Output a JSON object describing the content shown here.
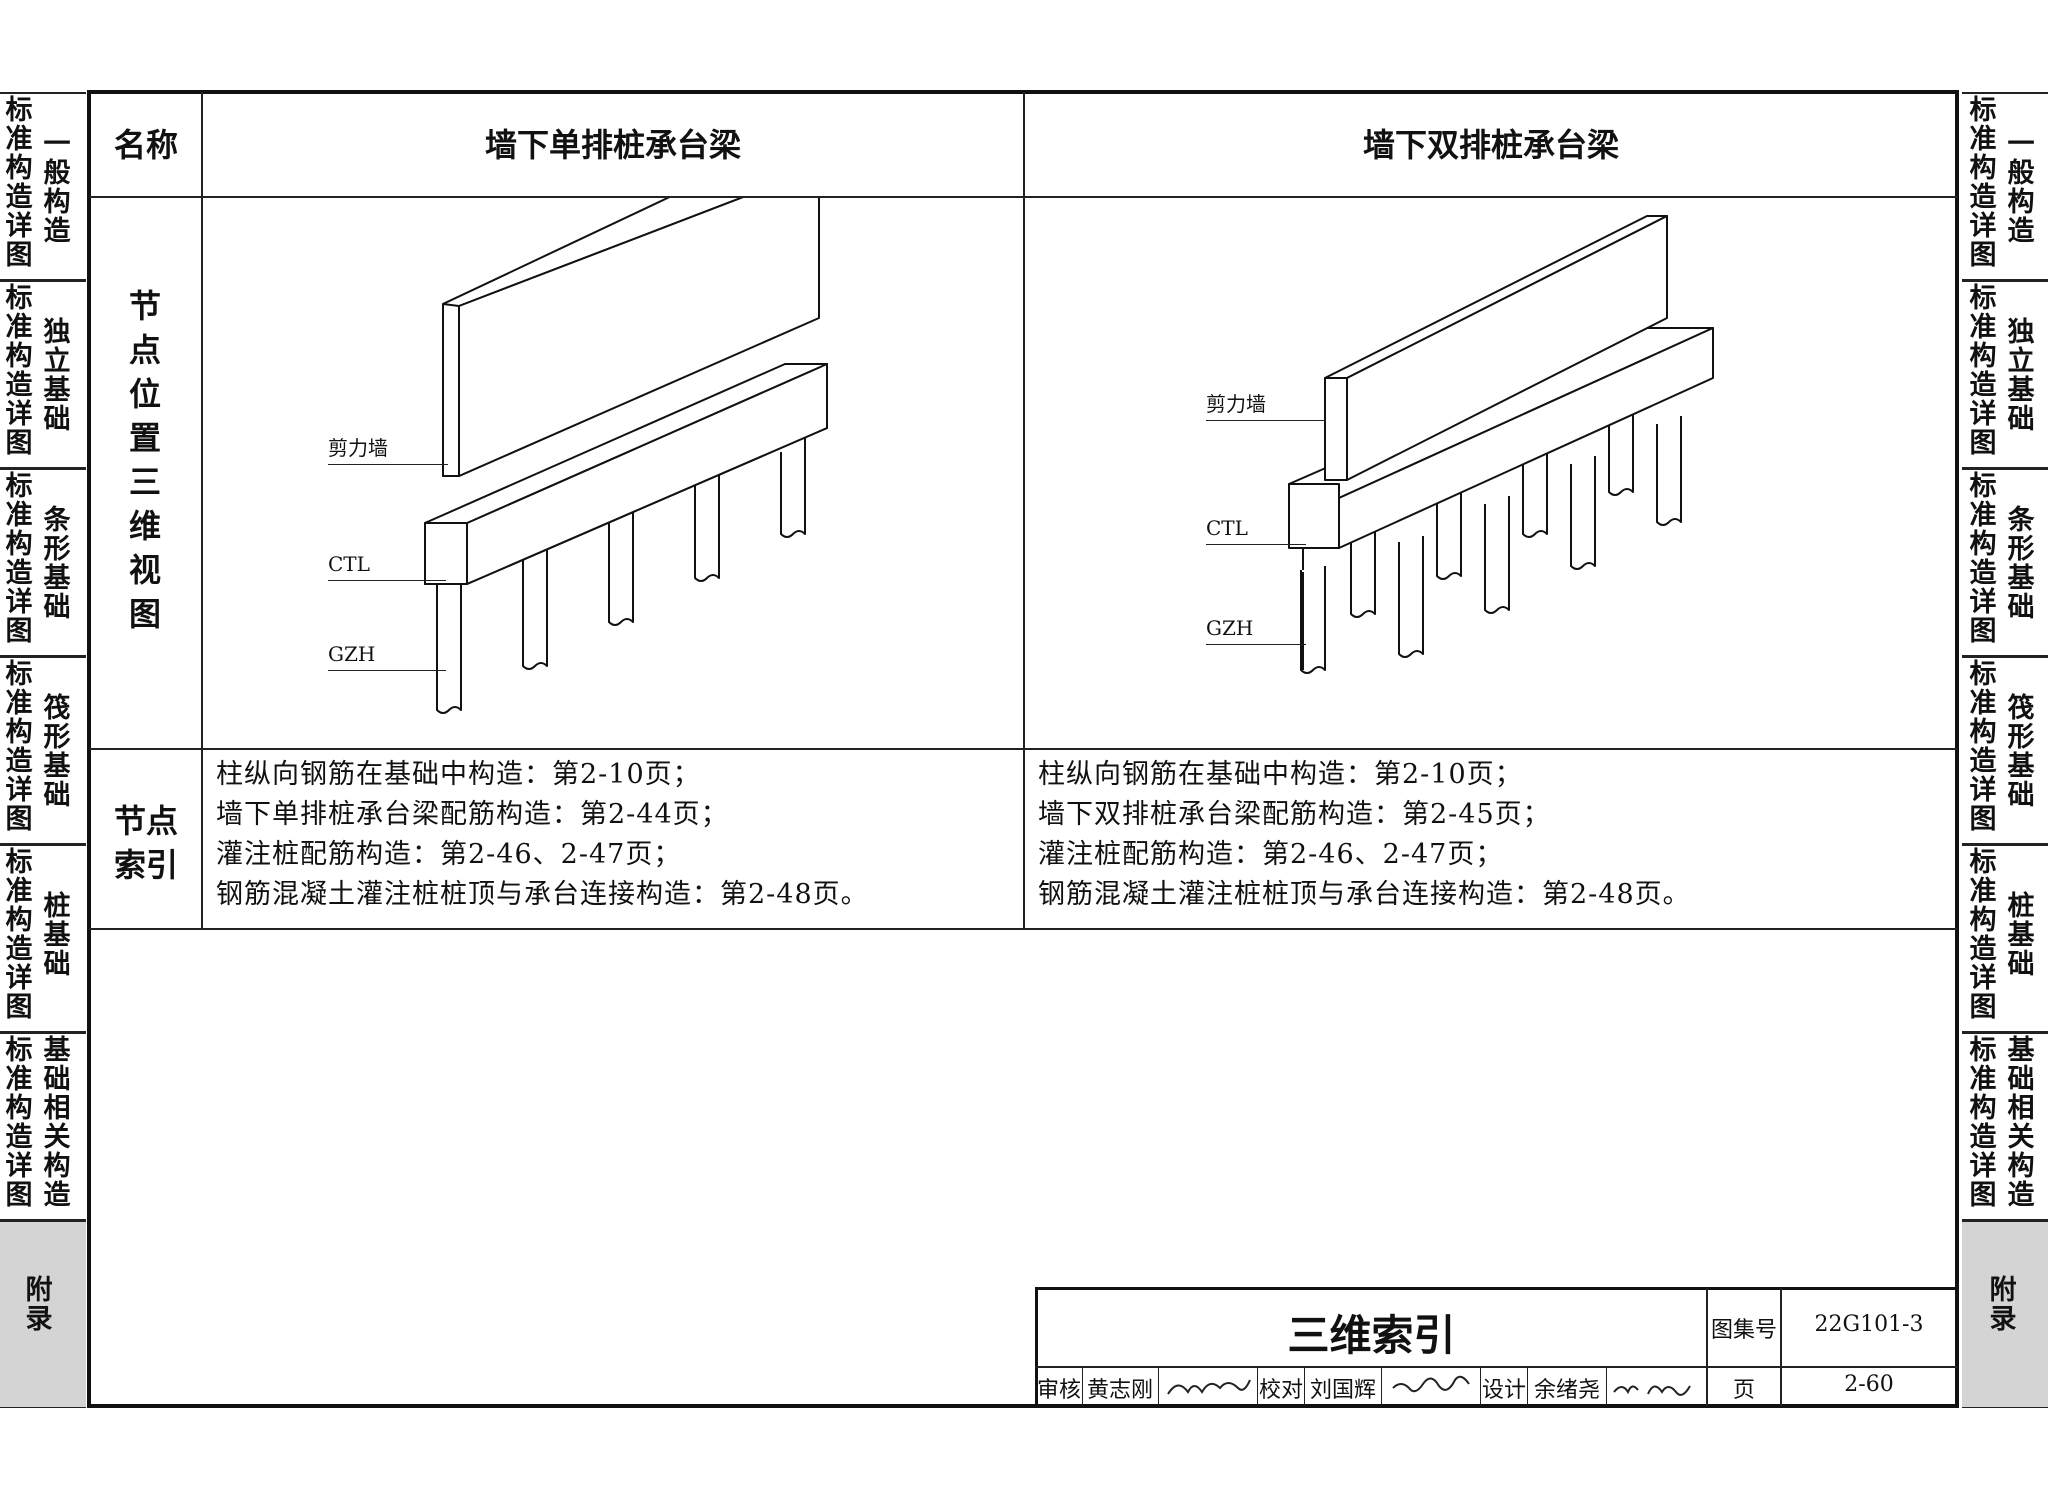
{
  "side_tabs": [
    {
      "left": "标准构造详图",
      "right": "一般构造"
    },
    {
      "left": "标准构造详图",
      "right": "独立基础"
    },
    {
      "left": "标准构造详图",
      "right": "条形基础"
    },
    {
      "left": "标准构造详图",
      "right": "筏形基础"
    },
    {
      "left": "标准构造详图",
      "right": "桩基础"
    },
    {
      "left": "标准构造详图",
      "right": "基础相关构造"
    },
    {
      "single": "附录"
    }
  ],
  "table": {
    "name_header": "名称",
    "col1_header": "墙下单排桩承台梁",
    "col2_header": "墙下双排桩承台梁",
    "row1_header": "节点位置三维视图",
    "row2_header_line1": "节点",
    "row2_header_line2": "索引",
    "col1_index": [
      "柱纵向钢筋在基础中构造：第2-10页；",
      "墙下单排桩承台梁配筋构造：第2-44页；",
      "灌注桩配筋构造：第2-46、2-47页；",
      "钢筋混凝土灌注桩桩顶与承台连接构造：第2-48页。"
    ],
    "col2_index": [
      "柱纵向钢筋在基础中构造：第2-10页；",
      "墙下双排桩承台梁配筋构造：第2-45页；",
      "灌注桩配筋构造：第2-46、2-47页；",
      "钢筋混凝土灌注桩桩顶与承台连接构造：第2-48页。"
    ]
  },
  "diagram1": {
    "wall_label": "剪力墙",
    "beam_label": "CTL",
    "pile_label": "GZH"
  },
  "diagram2": {
    "wall_label": "剪力墙",
    "beam_label": "CTL",
    "pile_label": "GZH"
  },
  "title_block": {
    "title": "三维索引",
    "atlas_label": "图集号",
    "atlas_no": "22G101-3",
    "page_label": "页",
    "page_no": "2-60",
    "review_label": "审核",
    "reviewer": "黄志刚",
    "check_label": "校对",
    "checker": "刘国辉",
    "design_label": "设计",
    "designer": "余绪尧"
  }
}
